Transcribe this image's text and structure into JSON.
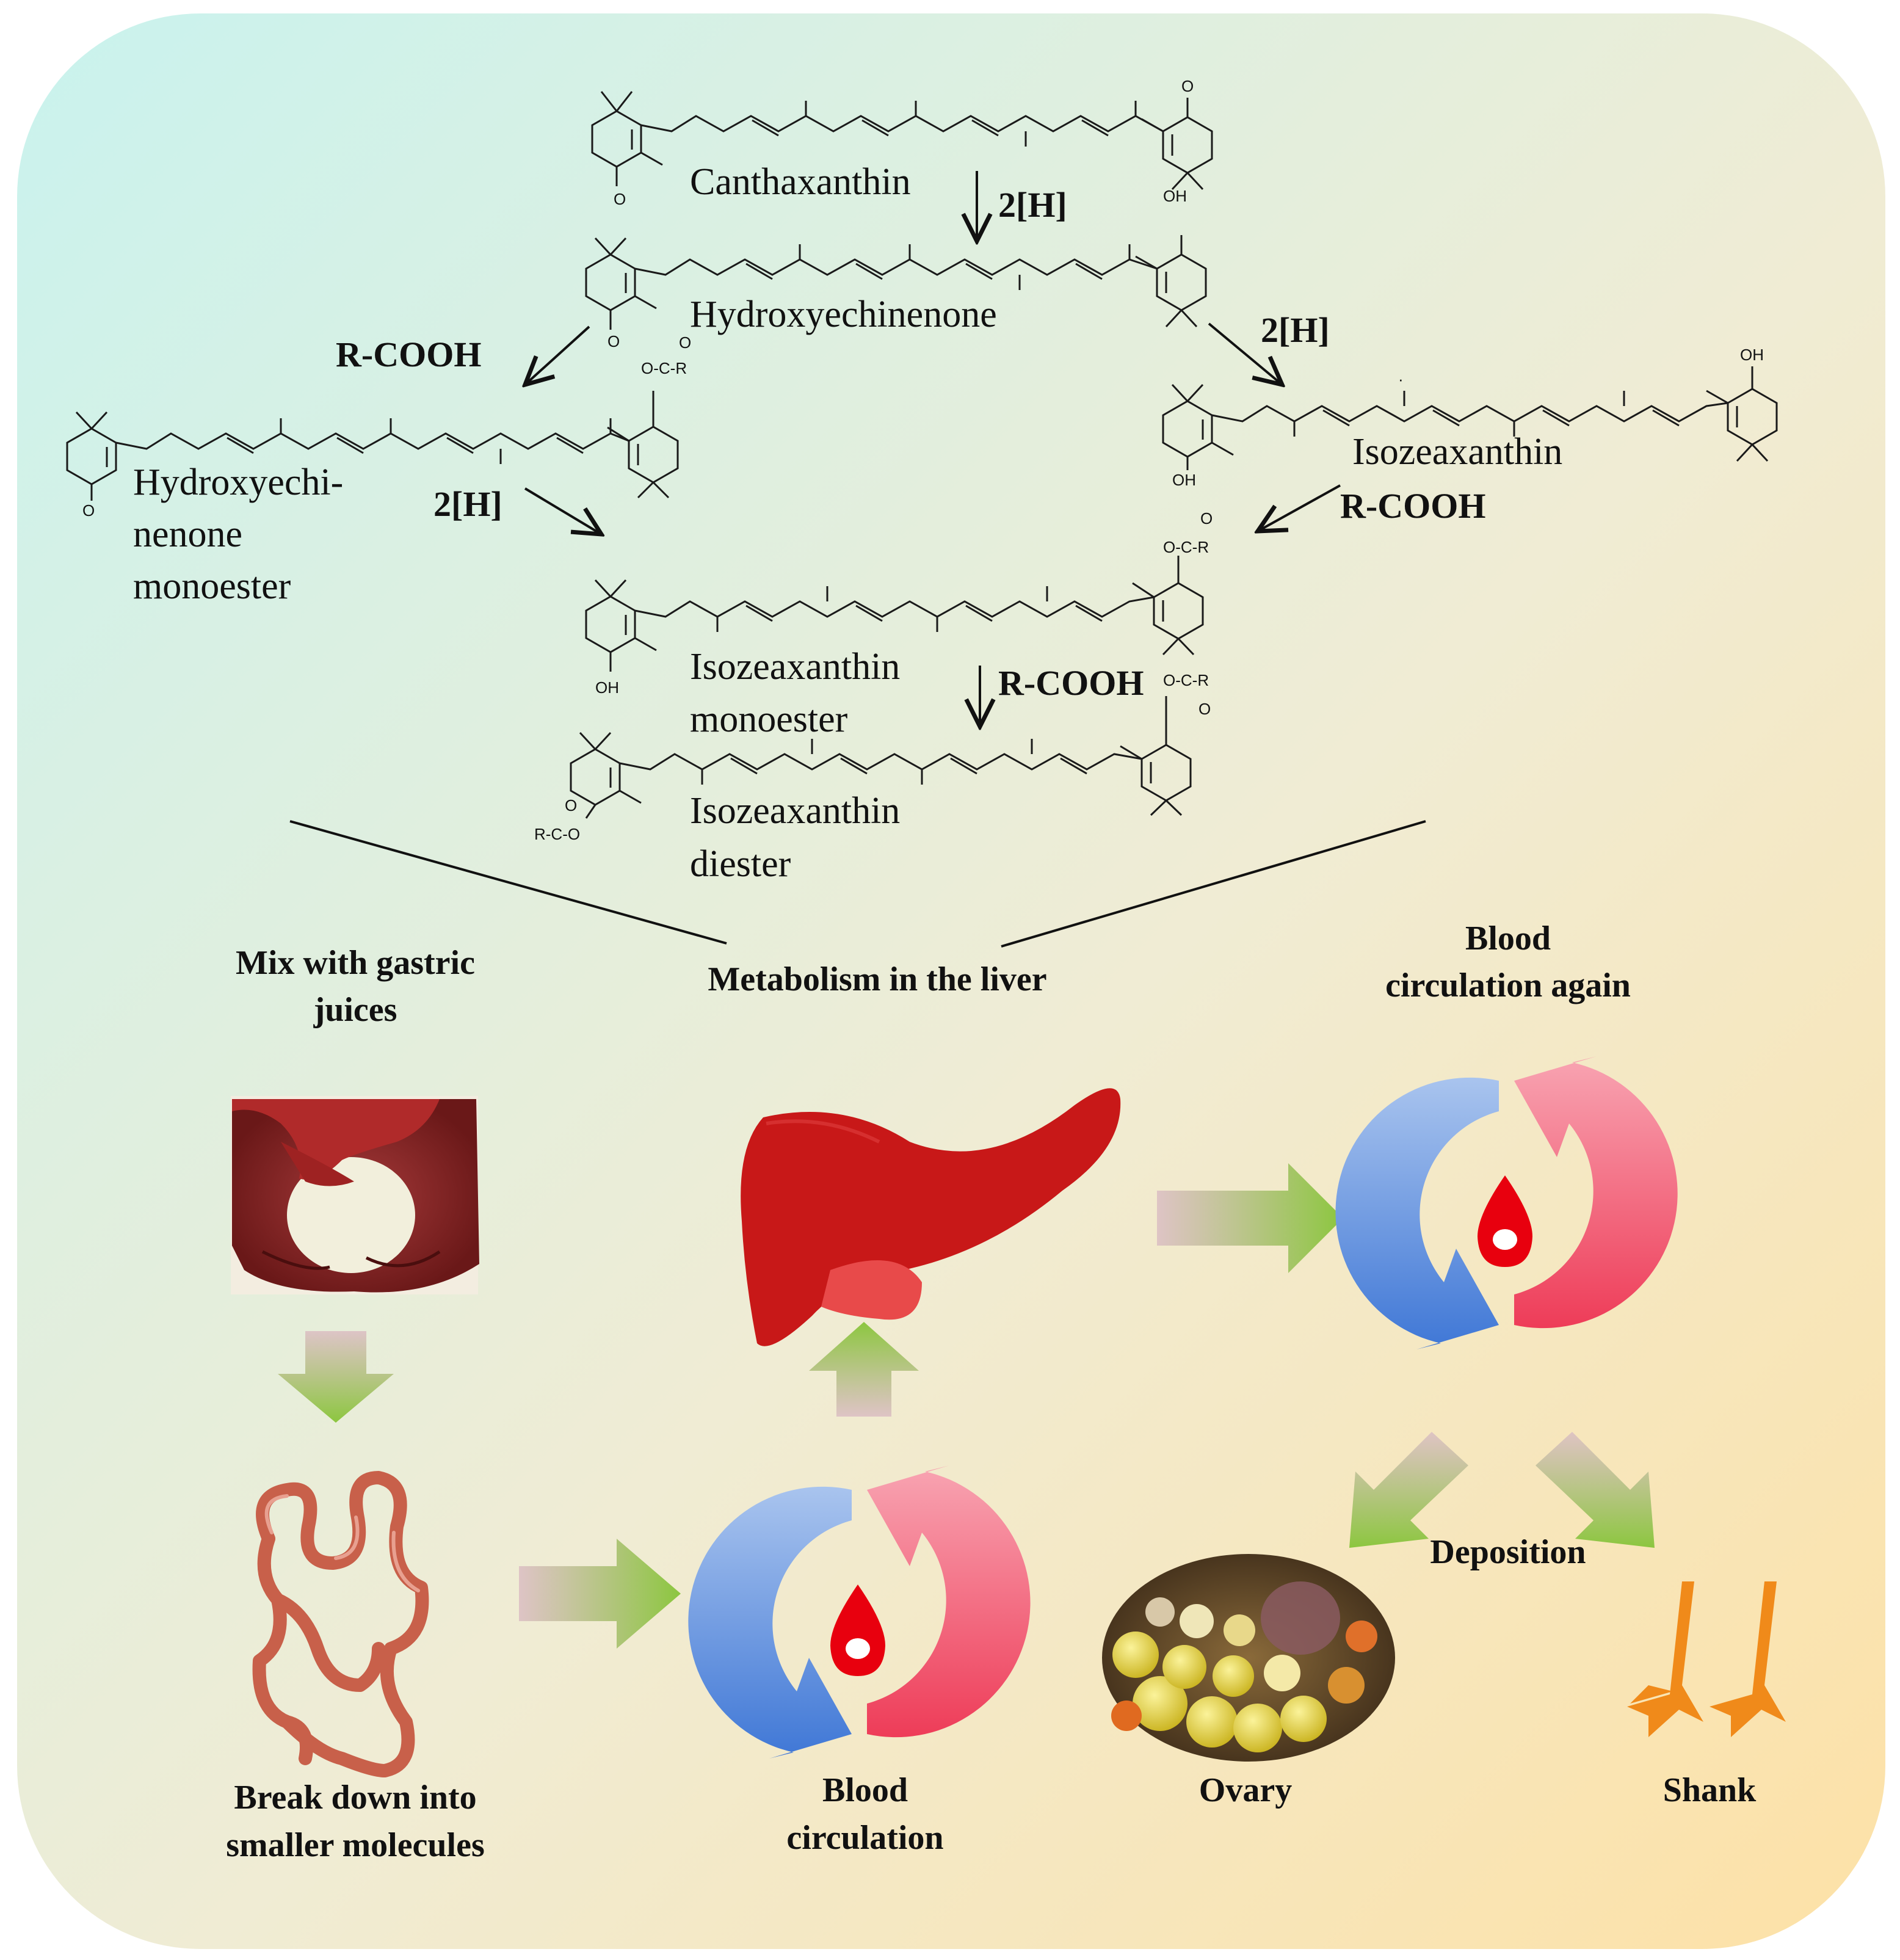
{
  "pathway": {
    "compounds": {
      "canthaxanthin": "Canthaxanthin",
      "hydroxyechinenone": "Hydroxyechinenone",
      "hydroxyechinenone_monoester": [
        "Hydroxyechi-",
        "nenone",
        "monoester"
      ],
      "isozeaxanthin": "Isozeaxanthin",
      "isozeaxanthin_monoester": [
        "Isozeaxanthin",
        "monoester"
      ],
      "isozeaxanthin_diester": [
        "Isozeaxanthin",
        "diester"
      ]
    },
    "reagents": {
      "reduction": "2[H]",
      "acid": "R-COOH"
    },
    "atoms": {
      "ketone": "O",
      "hydroxyl": "OH",
      "ester": "O-C-R",
      "ester_reverse": "R-C-O",
      "carbonyl_o": "O",
      "dot": "·"
    }
  },
  "steps": {
    "gastric": [
      "Mix with gastric",
      "juices"
    ],
    "liver": "Metabolism in the liver",
    "blood_again": [
      "Blood",
      "circulation again"
    ],
    "breakdown": [
      "Break down into",
      "smaller molecules"
    ],
    "blood": [
      "Blood",
      "circulation"
    ],
    "deposition": "Deposition",
    "ovary": "Ovary",
    "shank": "Shank"
  },
  "colors": {
    "background_top_left": "#c9f3ee",
    "background_bottom_right": "#fde1a6",
    "arrow_start": "#dcc0c4",
    "arrow_end": "#8cc63f",
    "liver": "#c81818",
    "gallbladder": "#e84a4a",
    "venous_blue": "#4e86dd",
    "arterial_red": "#f0465f",
    "blood_drop": "#e8000e",
    "shank": "#f08a1a",
    "intestine": "#c8604a",
    "stomach": "#7a1c1c"
  },
  "icons": [
    "liver-icon",
    "stomach-icon",
    "intestine-icon",
    "blood-circulation-icon",
    "ovary-icon",
    "shank-icon"
  ]
}
